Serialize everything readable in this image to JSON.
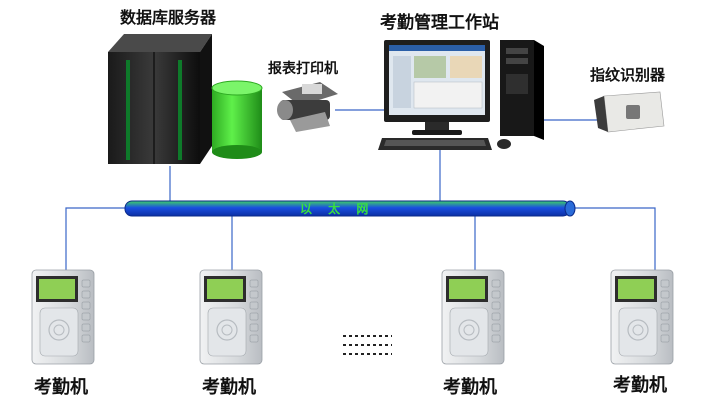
{
  "labels": {
    "db_server": "数据库服务器",
    "printer": "报表打印机",
    "workstation": "考勤管理工作站",
    "fingerprint": "指纹识别器",
    "ethernet": "以 太 网",
    "terminal": "考勤机"
  },
  "terminals": [
    {
      "label": "考勤机"
    },
    {
      "label": "考勤机"
    },
    {
      "label": "考勤机"
    },
    {
      "label": "考勤机"
    }
  ],
  "colors": {
    "bus_blue": "#1447d6",
    "bus_green": "#16b23a",
    "db_green": "#39d52c",
    "link_line": "#3a66c8",
    "terminal_body": "#d9dcdf",
    "lcd_green": "#8fcf55"
  },
  "icons": {
    "server": "server-rack-icon",
    "database": "database-cylinder-icon",
    "printer": "printer-icon",
    "monitor": "monitor-icon",
    "tower": "pc-tower-icon",
    "keyboard": "keyboard-icon",
    "mouse": "mouse-icon",
    "fingerprint": "fingerprint-reader-icon",
    "ellipsis": "ellipsis-icon"
  }
}
